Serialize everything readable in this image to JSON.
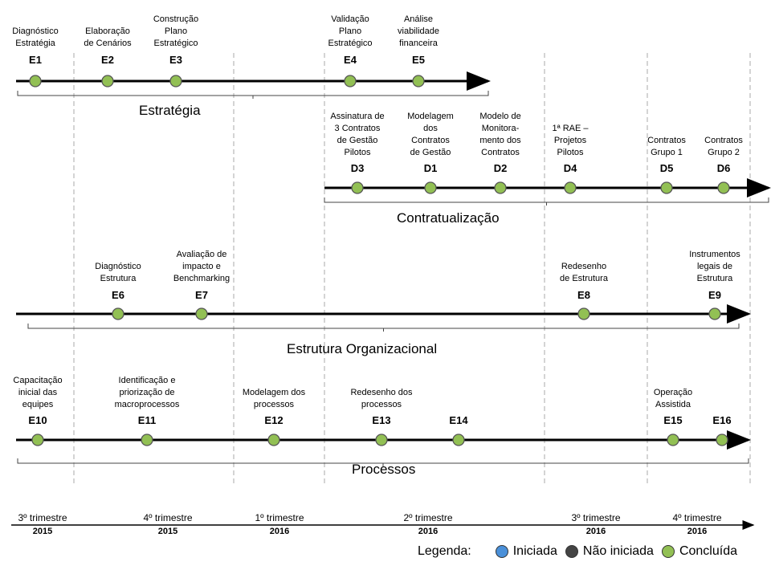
{
  "colors": {
    "concluida": "#92c054",
    "iniciada": "#4a90d9",
    "nao_iniciada": "#444444",
    "line": "#000000",
    "grid": "#aaaaaa"
  },
  "tracks": [
    {
      "title": "Estratégia",
      "milestones": [
        {
          "code": "E1",
          "label": "Diagnóstico\nEstratégia",
          "status": "concluida"
        },
        {
          "code": "E2",
          "label": "Elaboração\nde Cenários",
          "status": "concluida"
        },
        {
          "code": "E3",
          "label": "Construção\nPlano\nEstratégico",
          "status": "concluida"
        },
        {
          "code": "E4",
          "label": "Validação\nPlano\nEstratégico",
          "status": "concluida"
        },
        {
          "code": "E5",
          "label": "Análise\nviabilidade\nfinanceira",
          "status": "concluida"
        }
      ]
    },
    {
      "title": "Contratualização",
      "milestones": [
        {
          "code": "D3",
          "label": "Assinatura de\n3 Contratos\nde Gestão\nPilotos",
          "status": "concluida"
        },
        {
          "code": "D1",
          "label": "Modelagem\ndos\nContratos\nde Gestão",
          "status": "concluida"
        },
        {
          "code": "D2",
          "label": "Modelo de\nMonitora-\nmento dos\nContratos",
          "status": "concluida"
        },
        {
          "code": "D4",
          "label": "1ª RAE –\nProjetos\nPilotos",
          "status": "concluida"
        },
        {
          "code": "D5",
          "label": "Contratos\nGrupo 1",
          "status": "concluida"
        },
        {
          "code": "D6",
          "label": "Contratos\nGrupo 2",
          "status": "concluida"
        }
      ]
    },
    {
      "title": "Estrutura  Organizacional",
      "milestones": [
        {
          "code": "E6",
          "label": "Diagnóstico\nEstrutura",
          "status": "concluida"
        },
        {
          "code": "E7",
          "label": "Avaliação de\nimpacto e\nBenchmarking",
          "status": "concluida"
        },
        {
          "code": "E8",
          "label": "Redesenho\nde Estrutura",
          "status": "concluida"
        },
        {
          "code": "E9",
          "label": "Instrumentos\nlegais de\nEstrutura",
          "status": "concluida"
        }
      ]
    },
    {
      "title": "Processos",
      "milestones": [
        {
          "code": "E10",
          "label": "Capacitação\ninicial das\nequipes",
          "status": "concluida"
        },
        {
          "code": "E11",
          "label": "Identificação e\npriorização de\nmacroprocessos",
          "status": "concluida"
        },
        {
          "code": "E12",
          "label": "Modelagem dos\nprocessos",
          "status": "concluida"
        },
        {
          "code": "E13",
          "label": "Redesenho dos\nprocessos",
          "status": "concluida"
        },
        {
          "code": "E14",
          "label": "",
          "status": "concluida"
        },
        {
          "code": "E15",
          "label": "Operação\nAssistida",
          "status": "concluida"
        },
        {
          "code": "E16",
          "label": "",
          "status": "concluida"
        }
      ]
    }
  ],
  "periods": [
    {
      "quarter": "3º trimestre",
      "year": "2015"
    },
    {
      "quarter": "4º trimestre",
      "year": "2015"
    },
    {
      "quarter": "1º trimestre",
      "year": "2016"
    },
    {
      "quarter": "2º trimestre",
      "year": "2016"
    },
    {
      "quarter": "3º trimestre",
      "year": "2016"
    },
    {
      "quarter": "4º trimestre",
      "year": "2016"
    }
  ],
  "legend": {
    "title": "Legenda:",
    "items": [
      {
        "label": "Iniciada",
        "status": "iniciada"
      },
      {
        "label": "Não iniciada",
        "status": "nao_iniciada"
      },
      {
        "label": "Concluída",
        "status": "concluida"
      }
    ]
  }
}
